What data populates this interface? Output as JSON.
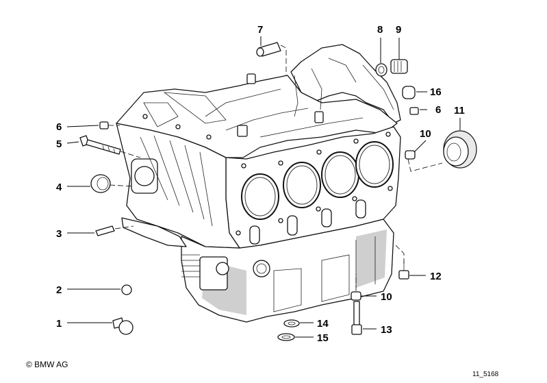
{
  "callouts": {
    "c1": "1",
    "c2": "2",
    "c3": "3",
    "c4": "4",
    "c5": "5",
    "c6a": "6",
    "c6b": "6",
    "c7": "7",
    "c8": "8",
    "c9": "9",
    "c10a": "10",
    "c10b": "10",
    "c11": "11",
    "c12": "12",
    "c13": "13",
    "c14": "14",
    "c15": "15",
    "c16": "16"
  },
  "footer": {
    "copyright": "© BMW AG",
    "diagram_ref": "11_5168"
  }
}
